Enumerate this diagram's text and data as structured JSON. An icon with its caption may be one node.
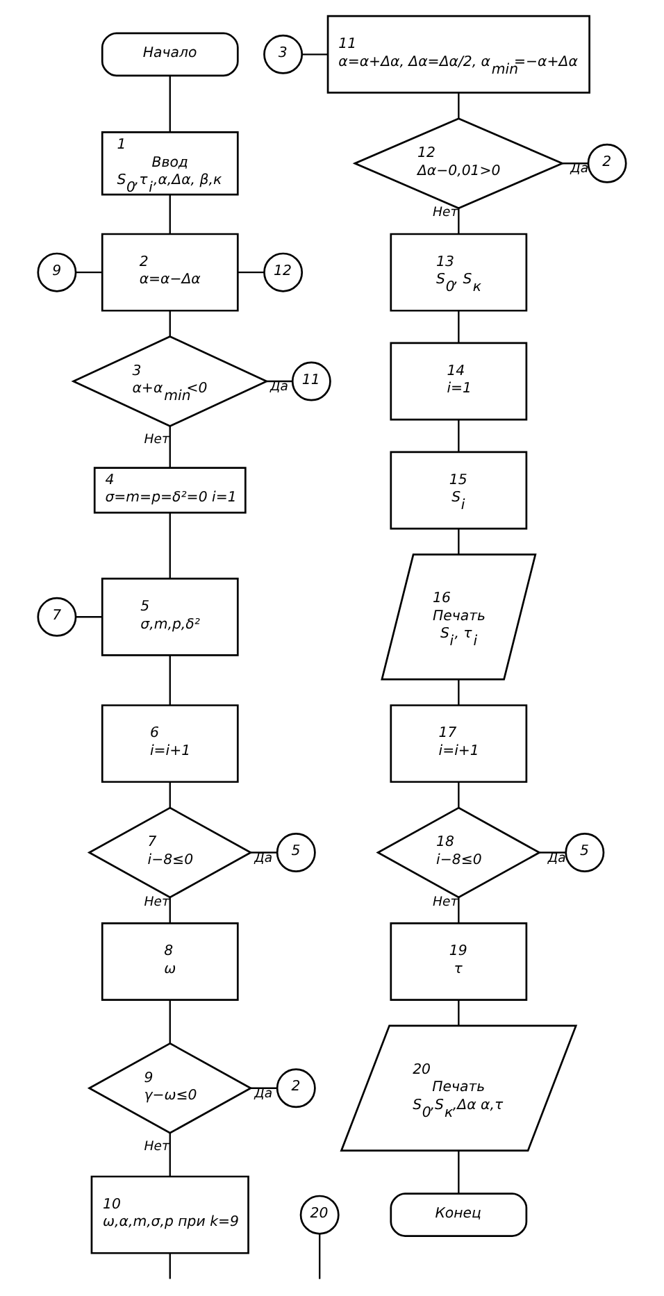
{
  "diagram": {
    "nodes": [
      {
        "text": [
          "Начало"
        ]
      },
      {
        "text": [
          "1",
          "Ввод",
          "S$_{0}$,τ$_{i}$,α,Δα, β,к"
        ]
      },
      {
        "text": [
          "9"
        ]
      },
      {
        "text": [
          "2",
          "α=α−Δα"
        ]
      },
      {
        "text": [
          "12"
        ]
      },
      {
        "text": [
          "3",
          "α+α$_{min}$<0"
        ]
      },
      {
        "text": [
          "11"
        ]
      },
      {
        "text": [
          "4",
          "σ=m=p=δ²=0 i=1"
        ]
      },
      {
        "text": [
          "7"
        ]
      },
      {
        "text": [
          "5",
          "σ,m,p,δ²"
        ]
      },
      {
        "text": [
          "6",
          "i=i+1"
        ]
      },
      {
        "text": [
          "7",
          "i−8≤0"
        ]
      },
      {
        "text": [
          "5"
        ]
      },
      {
        "text": [
          "8",
          "ω"
        ]
      },
      {
        "text": [
          "9",
          "γ−ω≤0"
        ]
      },
      {
        "text": [
          "2"
        ]
      },
      {
        "text": [
          "10",
          "ω,α,m,σ,p при k=9"
        ]
      },
      {
        "text": [
          "20"
        ]
      },
      {
        "text": [
          "3"
        ]
      },
      {
        "text": [
          "11",
          "α=α+Δα, Δα=Δα/2, α$_{min}$=−α+Δα"
        ]
      },
      {
        "text": [
          "12",
          "Δα−0,01>0"
        ]
      },
      {
        "text": [
          "2"
        ]
      },
      {
        "text": [
          "13",
          "S$_{0}$, S$_{к}$"
        ]
      },
      {
        "text": [
          "14",
          "i=1"
        ]
      },
      {
        "text": [
          "15",
          "S$_{i}$"
        ]
      },
      {
        "text": [
          "16",
          "Печать",
          "S$_{i}$, τ$_{i}$"
        ]
      },
      {
        "text": [
          "17",
          "i=i+1"
        ]
      },
      {
        "text": [
          "18",
          "i−8≤0"
        ]
      },
      {
        "text": [
          "5"
        ]
      },
      {
        "text": [
          "19",
          "τ"
        ]
      },
      {
        "text": [
          "20",
          "Печать",
          "S$_{0}$,S$_{к}$,Δα α,τ"
        ]
      },
      {
        "text": [
          "Конец"
        ]
      }
    ],
    "edges": [
      {
        "from": 0,
        "to": 1,
        "arrow": "none"
      },
      {
        "from": 1,
        "to": 3,
        "arrow": "none"
      },
      {
        "from": 2,
        "to": 3,
        "arrow": "none"
      },
      {
        "from": 3,
        "to": 4,
        "arrow": "none"
      },
      {
        "from": 3,
        "to": 5,
        "arrow": "none"
      },
      {
        "from": 5,
        "to": 6,
        "arrow": "none",
        "label": "Да"
      },
      {
        "from": 5,
        "to": 7,
        "arrow": "none",
        "label": "Нет"
      },
      {
        "from": 8,
        "to": 9,
        "arrow": "none"
      },
      {
        "from": 7,
        "to": 9,
        "arrow": "none"
      },
      {
        "from": 9,
        "to": 10,
        "arrow": "none"
      },
      {
        "from": 10,
        "to": 11,
        "arrow": "none"
      },
      {
        "from": 11,
        "to": 12,
        "arrow": "none",
        "label": "Да"
      },
      {
        "from": 11,
        "to": 13,
        "arrow": "none",
        "label": "Нет"
      },
      {
        "from": 13,
        "to": 14,
        "arrow": "none"
      },
      {
        "from": 14,
        "to": 15,
        "arrow": "none",
        "label": "Да"
      },
      {
        "from": 14,
        "to": 16,
        "arrow": "none",
        "label": "Нет"
      },
      {
        "from": 16,
        "to": null,
        "arrow": "none"
      },
      {
        "from": 17,
        "to": null,
        "arrow": "none"
      },
      {
        "from": 18,
        "to": 19,
        "arrow": "none"
      },
      {
        "from": 19,
        "to": 20,
        "arrow": "none"
      },
      {
        "from": 20,
        "to": 21,
        "arrow": "none",
        "label": "Да"
      },
      {
        "from": 20,
        "to": 22,
        "arrow": "none",
        "label": "Нет"
      },
      {
        "from": 22,
        "to": 23,
        "arrow": "none"
      },
      {
        "from": 23,
        "to": 24,
        "arrow": "none"
      },
      {
        "from": 24,
        "to": 25,
        "arrow": "none"
      },
      {
        "from": 25,
        "to": 26,
        "arrow": "none"
      },
      {
        "from": 26,
        "to": 27,
        "arrow": "none"
      },
      {
        "from": 27,
        "to": 28,
        "arrow": "none",
        "label": "Да"
      },
      {
        "from": 27,
        "to": 29,
        "arrow": "none",
        "label": "Нет"
      },
      {
        "from": 29,
        "to": 30,
        "arrow": "none"
      },
      {
        "from": 30,
        "to": 31,
        "arrow": "none"
      }
    ]
  }
}
